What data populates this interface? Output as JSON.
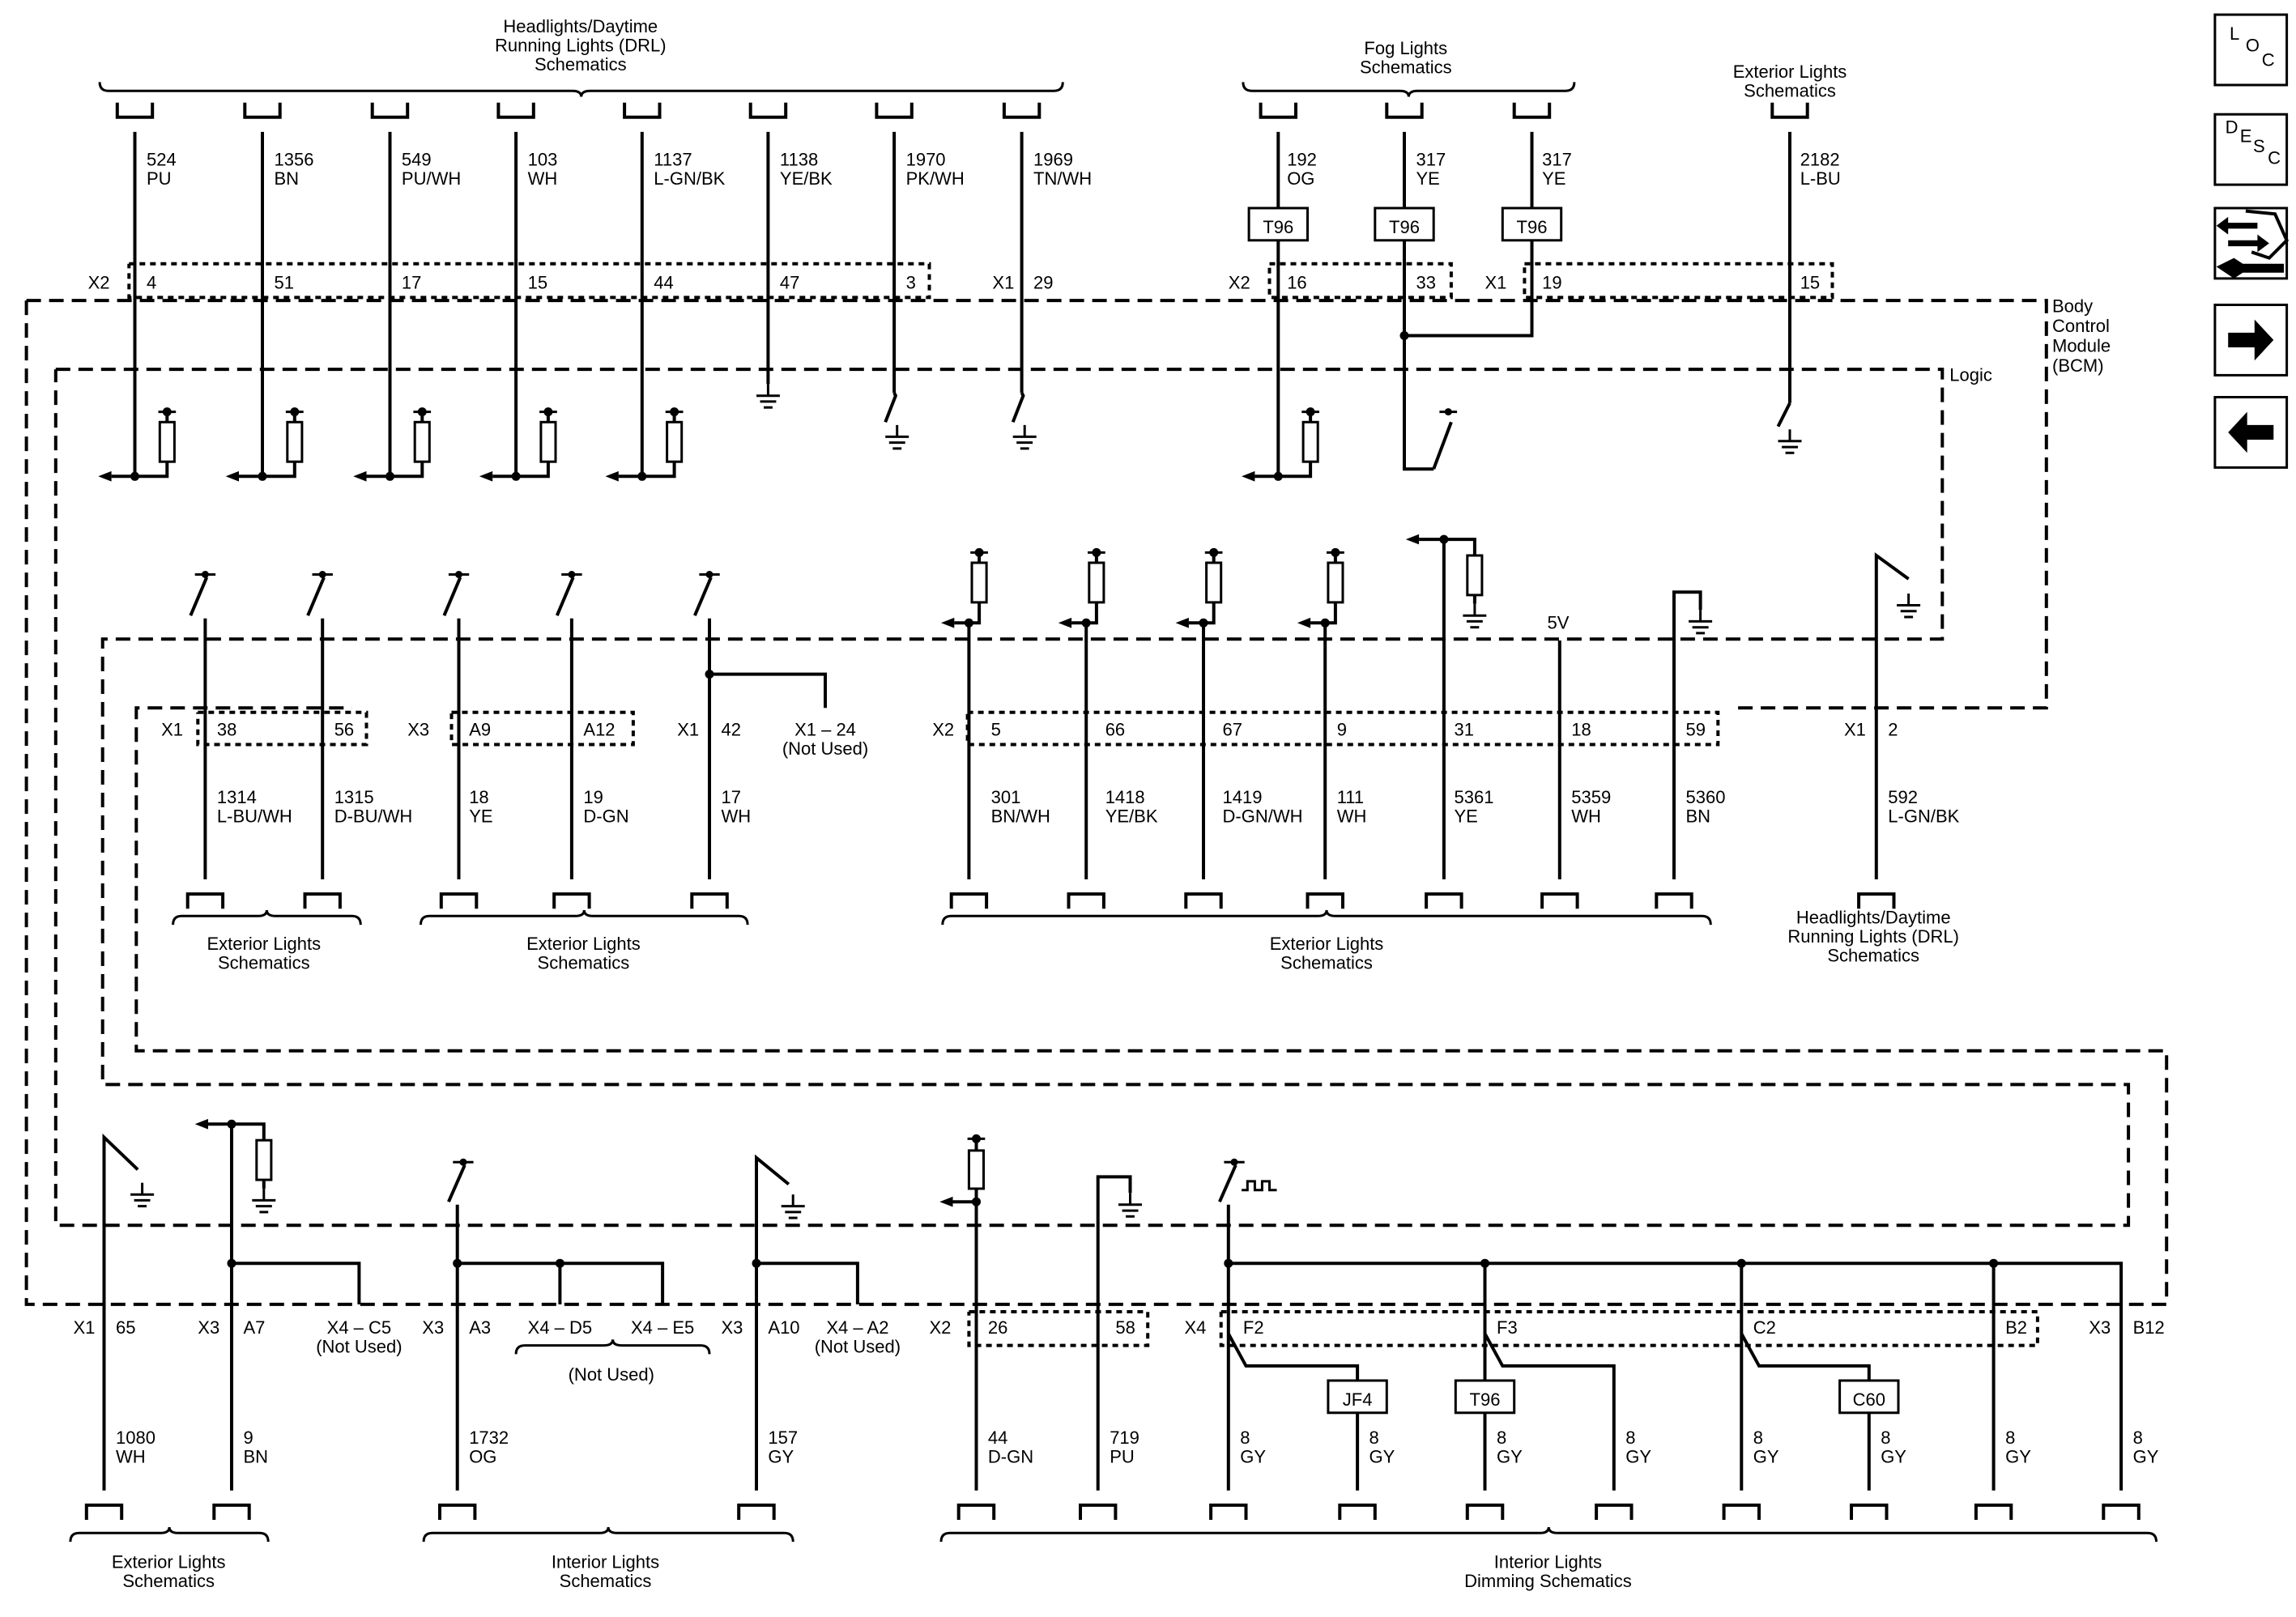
{
  "module": {
    "name": "Body Control Module (BCM)",
    "name_lines": [
      "Body",
      "Control",
      "Module",
      "(BCM)"
    ],
    "logic_label": "Logic"
  },
  "nav": [
    {
      "name": "loc-button",
      "icon": "loc-icon",
      "letters": [
        "L",
        "O",
        "C"
      ]
    },
    {
      "name": "desc-button",
      "icon": "desc-icon",
      "letters": [
        "D",
        "E",
        "S",
        "C"
      ]
    },
    {
      "name": "connector-view-button",
      "icon": "connector-view-icon"
    },
    {
      "name": "next-page-button",
      "icon": "arrow-right-icon"
    },
    {
      "name": "previous-page-button",
      "icon": "arrow-left-icon"
    }
  ],
  "group_labels": [
    {
      "id": "top-drl",
      "lines": [
        "Headlights/Daytime",
        "Running Lights (DRL)",
        "Schematics"
      ]
    },
    {
      "id": "top-fog",
      "lines": [
        "Fog Lights",
        "Schematics"
      ]
    },
    {
      "id": "top-ext",
      "lines": [
        "Exterior Lights",
        "Schematics"
      ]
    },
    {
      "id": "mid-ext-1",
      "lines": [
        "Exterior Lights",
        "Schematics"
      ]
    },
    {
      "id": "mid-ext-2",
      "lines": [
        "Exterior Lights",
        "Schematics"
      ]
    },
    {
      "id": "mid-ext-3",
      "lines": [
        "Exterior Lights",
        "Schematics"
      ]
    },
    {
      "id": "mid-drl",
      "lines": [
        "Headlights/Daytime",
        "Running Lights (DRL)",
        "Schematics"
      ]
    },
    {
      "id": "bot-ext",
      "lines": [
        "Exterior Lights",
        "Schematics"
      ]
    },
    {
      "id": "bot-int",
      "lines": [
        "Interior Lights",
        "Schematics"
      ]
    },
    {
      "id": "bot-dim",
      "lines": [
        "Interior Lights",
        "Dimming Schematics"
      ]
    }
  ],
  "circuits": [
    {
      "row": "top",
      "circuit": "524",
      "color": "PU",
      "connector": "X2",
      "pin": "4"
    },
    {
      "row": "top",
      "circuit": "1356",
      "color": "BN",
      "connector": "",
      "pin": "51"
    },
    {
      "row": "top",
      "circuit": "549",
      "color": "PU/WH",
      "connector": "",
      "pin": "17"
    },
    {
      "row": "top",
      "circuit": "103",
      "color": "WH",
      "connector": "",
      "pin": "15"
    },
    {
      "row": "top",
      "circuit": "1137",
      "color": "L-GN/BK",
      "connector": "",
      "pin": "44"
    },
    {
      "row": "top",
      "circuit": "1138",
      "color": "YE/BK",
      "connector": "",
      "pin": "47"
    },
    {
      "row": "top",
      "circuit": "1970",
      "color": "PK/WH",
      "connector": "",
      "pin": "3"
    },
    {
      "row": "top",
      "circuit": "1969",
      "color": "TN/WH",
      "connector": "X1",
      "pin": "29"
    },
    {
      "row": "top",
      "circuit": "192",
      "color": "OG",
      "connector": "X2",
      "pin": "16",
      "option": "T96"
    },
    {
      "row": "top",
      "circuit": "317",
      "color": "YE",
      "connector": "",
      "pin": "33",
      "option": "T96"
    },
    {
      "row": "top",
      "circuit": "317",
      "color": "YE",
      "connector": "X1",
      "pin": "19",
      "option": "T96"
    },
    {
      "row": "top",
      "circuit": "2182",
      "color": "L-BU",
      "connector": "",
      "pin": "15"
    },
    {
      "row": "mid",
      "circuit": "1314",
      "color": "L-BU/WH",
      "connector": "X1",
      "pin": "38"
    },
    {
      "row": "mid",
      "circuit": "1315",
      "color": "D-BU/WH",
      "connector": "",
      "pin": "56"
    },
    {
      "row": "mid",
      "circuit": "18",
      "color": "YE",
      "connector": "X3",
      "pin": "A9"
    },
    {
      "row": "mid",
      "circuit": "19",
      "color": "D-GN",
      "connector": "",
      "pin": "A12"
    },
    {
      "row": "mid",
      "circuit": "17",
      "color": "WH",
      "connector": "X1",
      "pin": "42"
    },
    {
      "row": "mid",
      "circuit": "301",
      "color": "BN/WH",
      "connector": "X2",
      "pin": "5"
    },
    {
      "row": "mid",
      "circuit": "1418",
      "color": "YE/BK",
      "connector": "",
      "pin": "66"
    },
    {
      "row": "mid",
      "circuit": "1419",
      "color": "D-GN/WH",
      "connector": "",
      "pin": "67"
    },
    {
      "row": "mid",
      "circuit": "111",
      "color": "WH",
      "connector": "",
      "pin": "9"
    },
    {
      "row": "mid",
      "circuit": "5361",
      "color": "YE",
      "connector": "",
      "pin": "31"
    },
    {
      "row": "mid",
      "circuit": "5359",
      "color": "WH",
      "connector": "",
      "pin": "18",
      "supply": "5V"
    },
    {
      "row": "mid",
      "circuit": "5360",
      "color": "BN",
      "connector": "",
      "pin": "59"
    },
    {
      "row": "mid",
      "circuit": "592",
      "color": "L-GN/BK",
      "connector": "X1",
      "pin": "2"
    },
    {
      "row": "bot",
      "circuit": "1080",
      "color": "WH",
      "connector": "X1",
      "pin": "65"
    },
    {
      "row": "bot",
      "circuit": "9",
      "color": "BN",
      "connector": "X3",
      "pin": "A7"
    },
    {
      "row": "bot",
      "circuit": "1732",
      "color": "OG",
      "connector": "X3",
      "pin": "A3"
    },
    {
      "row": "bot",
      "circuit": "157",
      "color": "GY",
      "connector": "X3",
      "pin": "A10"
    },
    {
      "row": "bot",
      "circuit": "44",
      "color": "D-GN",
      "connector": "X2",
      "pin": "26"
    },
    {
      "row": "bot",
      "circuit": "719",
      "color": "PU",
      "connector": "",
      "pin": "58"
    },
    {
      "row": "bot",
      "circuit": "8",
      "color": "GY",
      "connector": "X4",
      "pin": "F2"
    },
    {
      "row": "bot",
      "circuit": "8",
      "color": "GY",
      "connector": "",
      "pin": "",
      "option": "JF4"
    },
    {
      "row": "bot",
      "circuit": "8",
      "color": "GY",
      "connector": "",
      "pin": "F3",
      "option": "T96"
    },
    {
      "row": "bot",
      "circuit": "8",
      "color": "GY",
      "connector": "",
      "pin": ""
    },
    {
      "row": "bot",
      "circuit": "8",
      "color": "GY",
      "connector": "",
      "pin": "C2"
    },
    {
      "row": "bot",
      "circuit": "8",
      "color": "GY",
      "connector": "",
      "pin": "",
      "option": "C60"
    },
    {
      "row": "bot",
      "circuit": "8",
      "color": "GY",
      "connector": "",
      "pin": "B2"
    },
    {
      "row": "bot",
      "circuit": "8",
      "color": "GY",
      "connector": "X3",
      "pin": "B12"
    }
  ],
  "unused_pins": [
    {
      "connector": "X1",
      "pin": "24",
      "text": "X1 – 24",
      "note": "(Not Used)"
    },
    {
      "connector": "X4",
      "pin": "C5",
      "text": "X4 – C5",
      "note": "(Not Used)"
    },
    {
      "connector": "X4",
      "pin": "D5",
      "text": "X4 – D5",
      "note": ""
    },
    {
      "connector": "X4",
      "pin": "E5",
      "text": "X4 – E5",
      "note": ""
    },
    {
      "shared_note": "(Not Used)"
    },
    {
      "connector": "X4",
      "pin": "A2",
      "text": "X4 – A2",
      "note": "(Not Used)"
    }
  ]
}
